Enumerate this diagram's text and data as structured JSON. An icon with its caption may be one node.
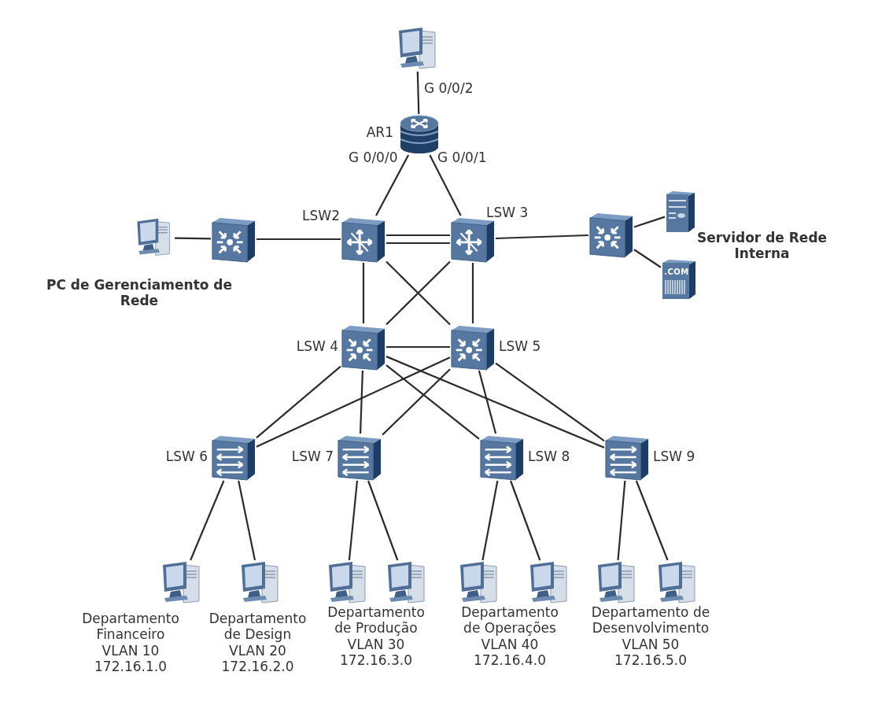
{
  "diagram": {
    "nodes": [
      {
        "text": [],
        "shape": "picture"
      },
      {
        "text": [
          "AR1"
        ]
      },
      {
        "text": [
          "PC de Gerenciamento de Rede"
        ]
      },
      {
        "text": [],
        "shape": "picture"
      },
      {
        "text": [
          "LSW2"
        ]
      },
      {
        "text": [
          "LSW 3"
        ]
      },
      {
        "text": [],
        "shape": "picture"
      },
      {
        "text": [
          "Servidor de Rede Interna"
        ]
      },
      {
        "text": [
          ".COM"
        ]
      },
      {
        "text": [
          "LSW 4"
        ]
      },
      {
        "text": [
          "LSW 5"
        ]
      },
      {
        "text": [
          "LSW 6"
        ]
      },
      {
        "text": [
          "LSW 7"
        ]
      },
      {
        "text": [
          "LSW 8"
        ]
      },
      {
        "text": [
          "LSW 9"
        ]
      },
      {
        "text": [
          "Departamento Financeiro",
          "VLAN 10",
          "172.16.1.0"
        ]
      },
      {
        "text": [
          "Departamento de Design",
          "VLAN 20",
          "172.16.2.0"
        ]
      },
      {
        "text": [],
        "shape": "picture"
      },
      {
        "text": [],
        "shape": "picture"
      },
      {
        "text": [],
        "shape": "picture"
      },
      {
        "text": [],
        "shape": "picture"
      },
      {
        "text": [],
        "shape": "picture"
      },
      {
        "text": [],
        "shape": "picture"
      }
    ],
    "edges": [
      {
        "from": 1,
        "to": 0,
        "arrow": "none",
        "label": "G 0/0/2"
      },
      {
        "from": 1,
        "to": 4,
        "arrow": "none",
        "label": "G 0/0/0"
      },
      {
        "from": 1,
        "to": 5,
        "arrow": "none",
        "label": "G 0/0/1"
      },
      {
        "from": 2,
        "to": 3,
        "arrow": "none"
      },
      {
        "from": 3,
        "to": 4,
        "arrow": "none"
      },
      {
        "from": 4,
        "to": 5,
        "arrow": "none"
      },
      {
        "from": 4,
        "to": 5,
        "arrow": "none"
      },
      {
        "from": 5,
        "to": 6,
        "arrow": "none"
      },
      {
        "from": 6,
        "to": 7,
        "arrow": "none"
      },
      {
        "from": 6,
        "to": 8,
        "arrow": "none"
      },
      {
        "from": 4,
        "to": 9,
        "arrow": "none"
      },
      {
        "from": 4,
        "to": 10,
        "arrow": "none"
      },
      {
        "from": 5,
        "to": 9,
        "arrow": "none"
      },
      {
        "from": 5,
        "to": 10,
        "arrow": "none"
      },
      {
        "from": 9,
        "to": 10,
        "arrow": "none"
      },
      {
        "from": 9,
        "to": 11,
        "arrow": "none"
      },
      {
        "from": 9,
        "to": 12,
        "arrow": "none"
      },
      {
        "from": 9,
        "to": 13,
        "arrow": "none"
      },
      {
        "from": 9,
        "to": 14,
        "arrow": "none"
      },
      {
        "from": 10,
        "to": 11,
        "arrow": "none"
      },
      {
        "from": 10,
        "to": 12,
        "arrow": "none"
      },
      {
        "from": 10,
        "to": 13,
        "arrow": "none"
      },
      {
        "from": 10,
        "to": 14,
        "arrow": "none"
      },
      {
        "from": 11,
        "to": 15,
        "arrow": "none"
      },
      {
        "from": 11,
        "to": 16,
        "arrow": "none"
      },
      {
        "from": 12,
        "to": 17,
        "arrow": "none"
      },
      {
        "from": 12,
        "to": 18,
        "arrow": "none"
      },
      {
        "from": 13,
        "to": 19,
        "arrow": "none"
      },
      {
        "from": 13,
        "to": 20,
        "arrow": "none"
      },
      {
        "from": 14,
        "to": 21,
        "arrow": "none"
      },
      {
        "from": 14,
        "to": 22,
        "arrow": "none"
      }
    ],
    "labels": [
      "Departamento de Produção",
      "VLAN 30",
      "172.16.3.0",
      "Departamento de Operações",
      "VLAN 40",
      "172.16.4.0",
      "Departamento de Desenvolvimento",
      "VLAN 50",
      "172.16.5.0"
    ]
  }
}
